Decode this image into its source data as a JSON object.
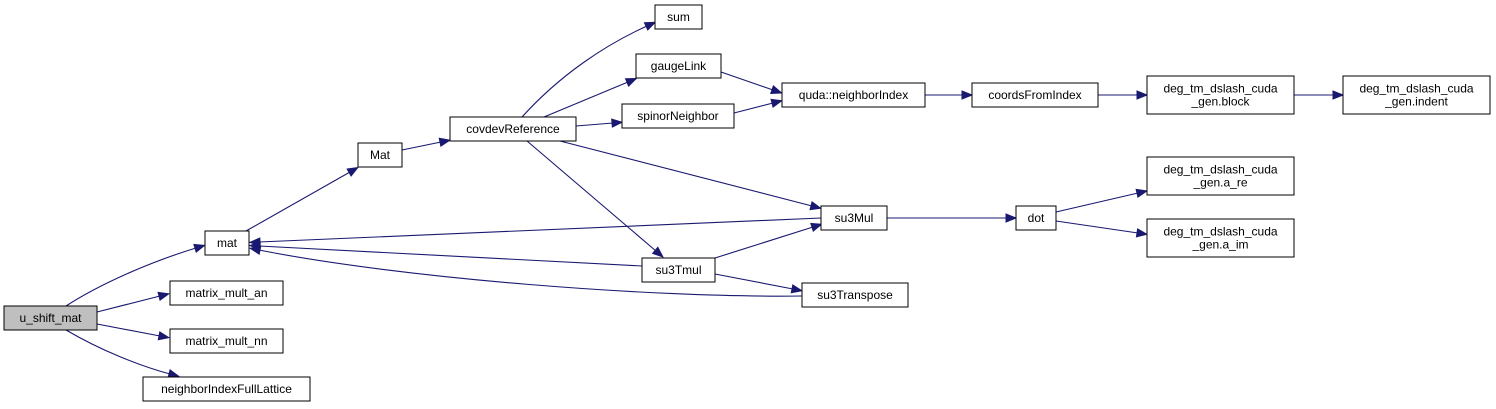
{
  "graph": {
    "type": "call-graph",
    "root": "u_shift_mat",
    "nodes": [
      {
        "id": "u_shift_mat",
        "lines": [
          "u_shift_mat"
        ],
        "root": true
      },
      {
        "id": "mat",
        "lines": [
          "mat"
        ]
      },
      {
        "id": "matrix_mult_an",
        "lines": [
          "matrix_mult_an"
        ]
      },
      {
        "id": "matrix_mult_nn",
        "lines": [
          "matrix_mult_nn"
        ]
      },
      {
        "id": "neighborIndexFullLattice",
        "lines": [
          "neighborIndexFullLattice"
        ]
      },
      {
        "id": "Mat",
        "lines": [
          "Mat"
        ]
      },
      {
        "id": "covdevReference",
        "lines": [
          "covdevReference"
        ]
      },
      {
        "id": "sum",
        "lines": [
          "sum"
        ]
      },
      {
        "id": "gaugeLink",
        "lines": [
          "gaugeLink"
        ]
      },
      {
        "id": "spinorNeighbor",
        "lines": [
          "spinorNeighbor"
        ]
      },
      {
        "id": "quda_neighborIndex",
        "lines": [
          "quda::neighborIndex"
        ]
      },
      {
        "id": "coordsFromIndex",
        "lines": [
          "coordsFromIndex"
        ]
      },
      {
        "id": "gen_block",
        "lines": [
          "deg_tm_dslash_cuda",
          "_gen.block"
        ]
      },
      {
        "id": "gen_indent",
        "lines": [
          "deg_tm_dslash_cuda",
          "_gen.indent"
        ]
      },
      {
        "id": "su3Mul",
        "lines": [
          "su3Mul"
        ]
      },
      {
        "id": "su3Tmul",
        "lines": [
          "su3Tmul"
        ]
      },
      {
        "id": "su3Transpose",
        "lines": [
          "su3Transpose"
        ]
      },
      {
        "id": "dot",
        "lines": [
          "dot"
        ]
      },
      {
        "id": "gen_a_re",
        "lines": [
          "deg_tm_dslash_cuda",
          "_gen.a_re"
        ]
      },
      {
        "id": "gen_a_im",
        "lines": [
          "deg_tm_dslash_cuda",
          "_gen.a_im"
        ]
      }
    ],
    "edges": [
      {
        "from": "u_shift_mat",
        "to": "mat"
      },
      {
        "from": "u_shift_mat",
        "to": "matrix_mult_an"
      },
      {
        "from": "u_shift_mat",
        "to": "matrix_mult_nn"
      },
      {
        "from": "u_shift_mat",
        "to": "neighborIndexFullLattice"
      },
      {
        "from": "mat",
        "to": "Mat"
      },
      {
        "from": "Mat",
        "to": "covdevReference"
      },
      {
        "from": "covdevReference",
        "to": "sum"
      },
      {
        "from": "covdevReference",
        "to": "gaugeLink"
      },
      {
        "from": "covdevReference",
        "to": "spinorNeighbor"
      },
      {
        "from": "covdevReference",
        "to": "su3Mul"
      },
      {
        "from": "covdevReference",
        "to": "su3Tmul"
      },
      {
        "from": "gaugeLink",
        "to": "quda_neighborIndex"
      },
      {
        "from": "spinorNeighbor",
        "to": "quda_neighborIndex"
      },
      {
        "from": "quda_neighborIndex",
        "to": "coordsFromIndex"
      },
      {
        "from": "coordsFromIndex",
        "to": "gen_block"
      },
      {
        "from": "gen_block",
        "to": "gen_indent"
      },
      {
        "from": "su3Mul",
        "to": "mat"
      },
      {
        "from": "su3Mul",
        "to": "dot"
      },
      {
        "from": "su3Tmul",
        "to": "mat"
      },
      {
        "from": "su3Tmul",
        "to": "su3Mul"
      },
      {
        "from": "su3Tmul",
        "to": "su3Transpose"
      },
      {
        "from": "su3Transpose",
        "to": "mat"
      },
      {
        "from": "dot",
        "to": "gen_a_re"
      },
      {
        "from": "dot",
        "to": "gen_a_im"
      }
    ]
  }
}
